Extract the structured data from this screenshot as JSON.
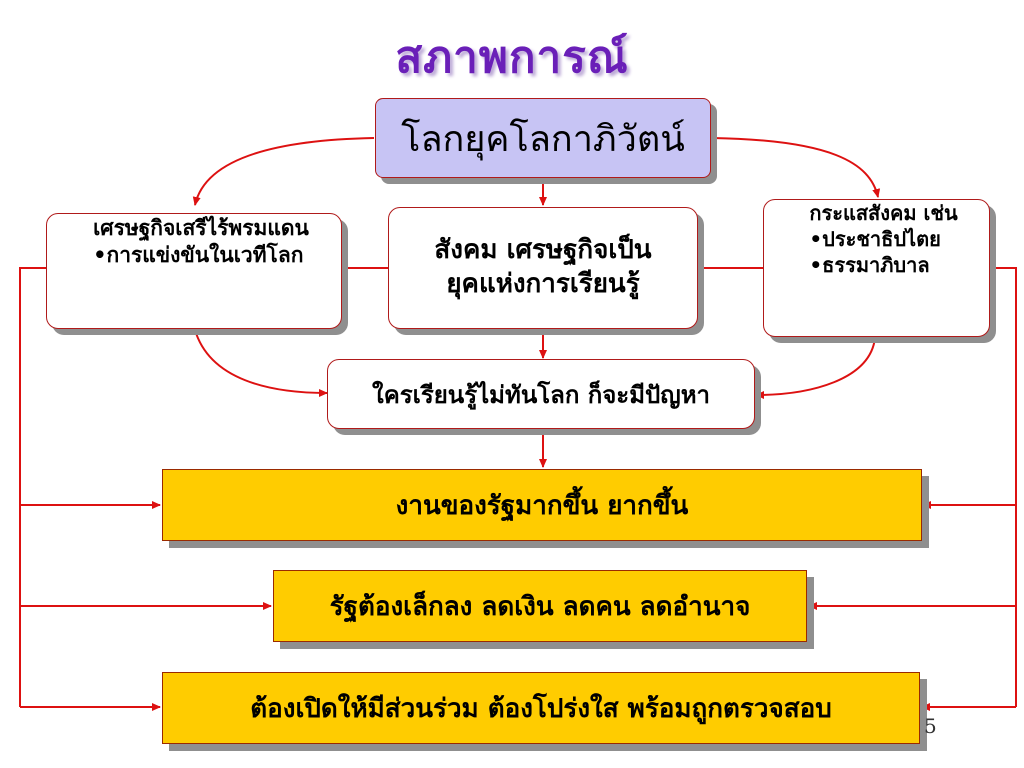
{
  "title": "สภาพการณ์",
  "nodes": {
    "top": "โลกยุคโลกาภิวัตน์",
    "left": [
      "เศรษฐกิจเสรีไร้พรมแดน",
      "•การแข่งขันในเวทีโลก"
    ],
    "center": [
      "สังคม เศรษฐกิจเป็น",
      "ยุคแห่งการเรียนรู้"
    ],
    "right": [
      "กระแสสังคม เช่น",
      "•ประชาธิปไตย",
      "•ธรรมาภิบาล"
    ],
    "mid": "ใครเรียนรู้ไม่ทันโลก ก็จะมีปัญหา",
    "result1": "งานของรัฐมากขึ้น ยากขึ้น",
    "result2": "รัฐต้องเล็กลง ลดเงิน ลดคน ลดอำนาจ",
    "result3": "ต้องเปิดให้มีส่วนร่วม ต้องโปร่งใส พร้อมถูกตรวจสอบ"
  },
  "page_number": "5",
  "colors": {
    "title": "#6a1fb8",
    "arrow": "#dd1111",
    "top_box": "#c7c4f4",
    "result_box": "#ffcc00"
  }
}
